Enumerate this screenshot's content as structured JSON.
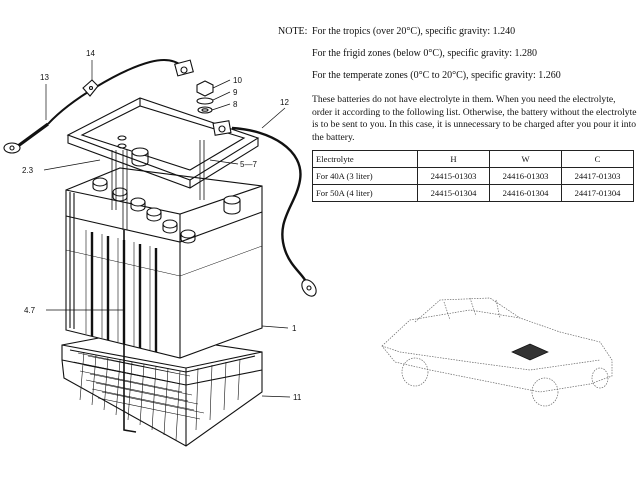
{
  "note": {
    "label": "NOTE:",
    "tropics": "For the tropics (over 20°C), specific gravity: 1.240",
    "frigid": "For the frigid zones (below 0°C), specific gravity: 1.280",
    "temperate": "For the temperate zones (0°C to 20°C), specific gravity: 1.260",
    "paragraph": "These batteries do not have electrolyte in them.  When you need the electrolyte, order it according to the following list.  Otherwise, the battery without the electrolyte is to be sent to you.  In this case, it is unnecessary to be charged after you pour it into the battery."
  },
  "table": {
    "headers": [
      "Electrolyte",
      "H",
      "W",
      "C"
    ],
    "rows": [
      [
        "For 40A (3 liter)",
        "24415-01303",
        "24416-01303",
        "24417-01303"
      ],
      [
        "For 50A (4 liter)",
        "24415-01304",
        "24416-01304",
        "24417-01304"
      ]
    ]
  },
  "callouts": {
    "c14": "14",
    "c13": "13",
    "c10": "10",
    "c9": "9",
    "c8": "8",
    "c12": "12",
    "c23": "2.3",
    "c57": "5—7",
    "c47": "4.7",
    "c1": "1",
    "c11": "11"
  }
}
